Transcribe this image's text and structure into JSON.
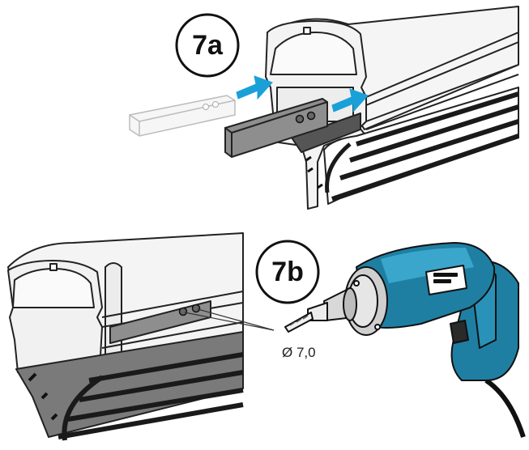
{
  "steps": [
    {
      "id": "7a",
      "label": "7a"
    },
    {
      "id": "7b",
      "label": "7b"
    }
  ],
  "annotations": {
    "drill_diameter": "Ø 7,0"
  },
  "colors": {
    "arrow": "#1aa0d8",
    "drill_body": "#1f7fa3",
    "profile_fill": "#f1f1f1",
    "profile_stroke": "#222222",
    "plate_dark": "#8c8c8c",
    "plate_light": "#f4f4f4",
    "seal": "#1a1a1a"
  },
  "icons": [
    "arrow-right-icon",
    "drill-icon"
  ]
}
